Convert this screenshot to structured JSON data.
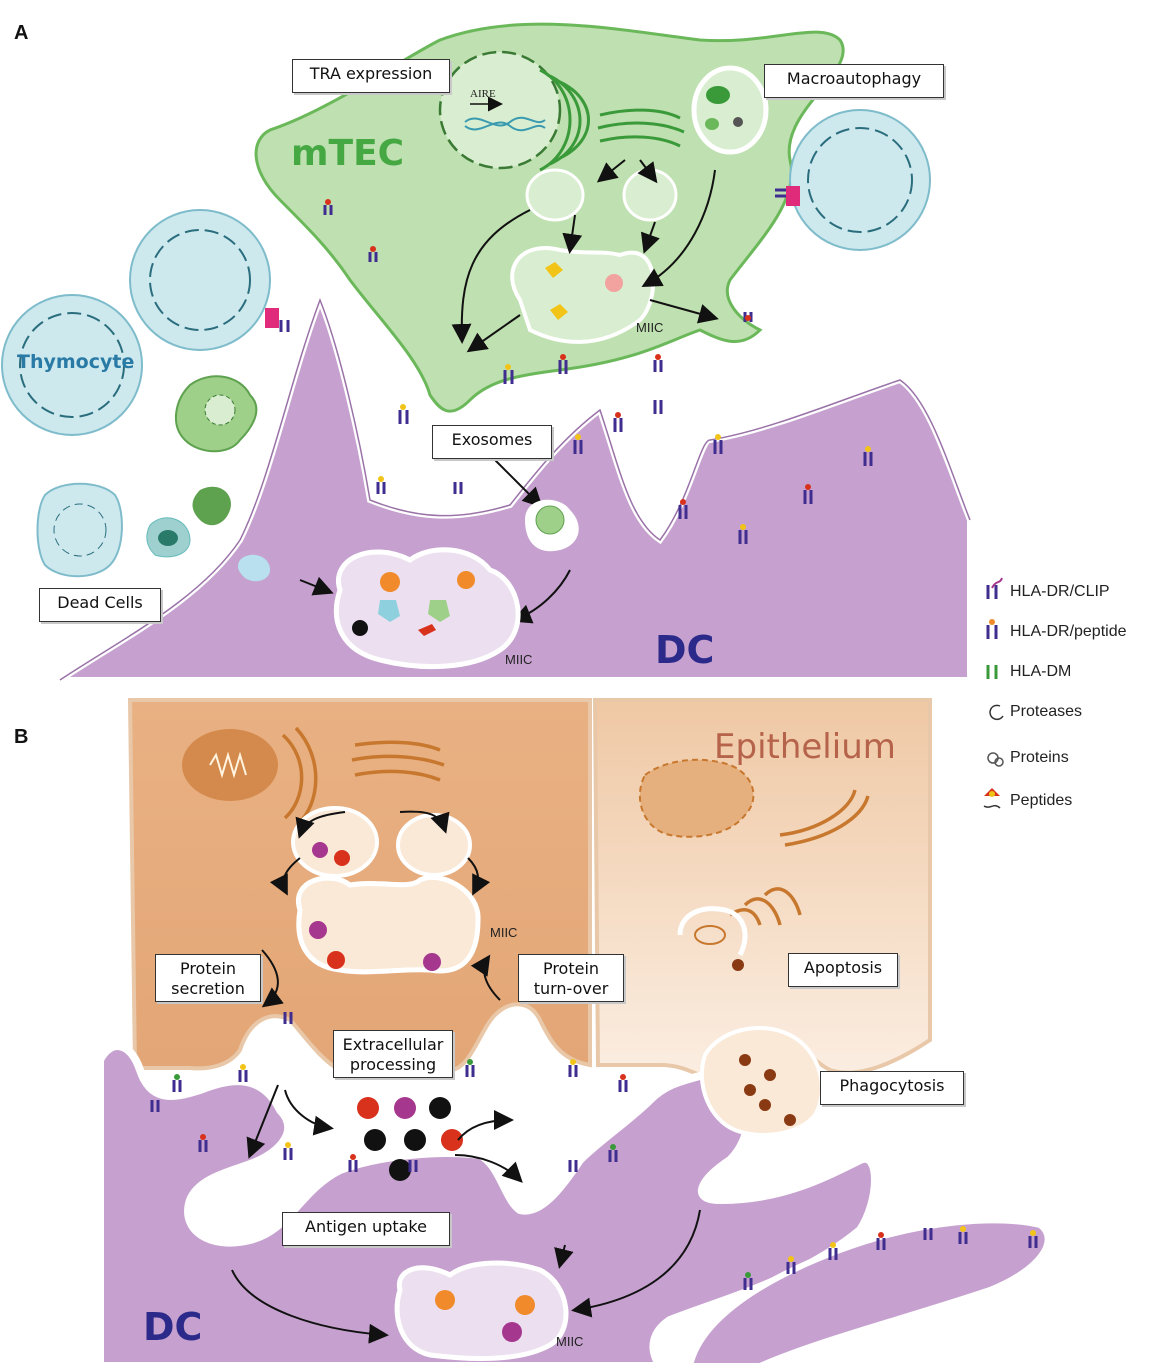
{
  "panels": {
    "a": "A",
    "b": "B"
  },
  "panel_a": {
    "mtec": "mTEC",
    "dc": "DC",
    "thymocyte": "Thymocyte",
    "aire": "AIRE",
    "miic": "MIIC",
    "miic_dc": "MIIC",
    "tra_expression": "TRA expression",
    "macroautophagy": "Macroautophagy",
    "exosomes": "Exosomes",
    "dead_cells": "Dead Cells"
  },
  "panel_b": {
    "epithelium": "Epithelium",
    "dc": "DC",
    "miic": "MIIC",
    "miic_dc": "MIIC",
    "protein_secretion": "Protein\nsecretion",
    "protein_turnover": "Protein\nturn-over",
    "extracellular_processing": "Extracellular\nprocessing",
    "apoptosis": "Apoptosis",
    "phagocytosis": "Phagocytosis",
    "antigen_uptake": "Antigen uptake"
  },
  "legend": [
    {
      "label": "HLA-DR/CLIP",
      "icon": "hla-dr-clip-icon"
    },
    {
      "label": "HLA-DR/peptide",
      "icon": "hla-dr-peptide-icon"
    },
    {
      "label": "HLA-DM",
      "icon": "hla-dm-icon"
    },
    {
      "label": "Proteases",
      "icon": "protease-icon"
    },
    {
      "label": "Proteins",
      "icon": "protein-icon"
    },
    {
      "label": "Peptides",
      "icon": "peptide-icon"
    }
  ],
  "colors": {
    "mtec_fill": "#bfe0b0",
    "mtec_stroke": "#6bb85a",
    "dc_fill": "#c6a1cf",
    "dc_text": "#2b2a8a",
    "thymocyte_fill": "#cde9ee",
    "thymocyte_text": "#2a7aa6",
    "epithelium_fill": "#e7b88f",
    "epithelium_text": "#b5634a",
    "hla_purple": "#3f2d8f",
    "hla_dm_green": "#3a9a3a",
    "peptide_red": "#d8311c",
    "peptide_yellow": "#f2c418",
    "protease_orange": "#f08a2a",
    "protease_magenta": "#a6378e"
  }
}
